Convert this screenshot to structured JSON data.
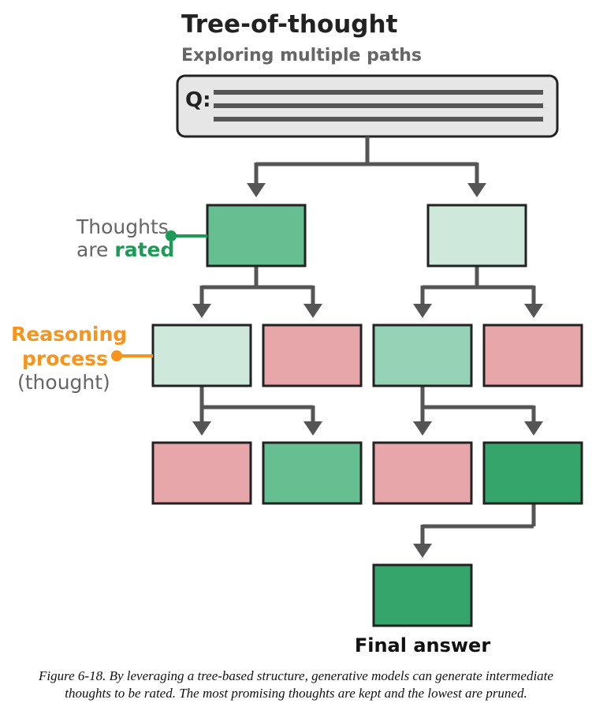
{
  "title": "Tree-of-thought",
  "subtitle": "Exploring multiple paths",
  "question_label": "Q:",
  "annotations": {
    "thoughts_rated_line1": "Thoughts",
    "thoughts_rated_line2_prefix": "are ",
    "thoughts_rated_line2_emphasis": "rated",
    "reasoning_line1": "Reasoning",
    "reasoning_line2": "process",
    "reasoning_line3": "(thought)"
  },
  "final_answer_label": "Final answer",
  "caption_line1": "Figure 6-18. By leveraging a tree-based structure, generative models can generate intermediate",
  "caption_line2": "thoughts to be rated. The most promising thoughts are kept and the lowest are pruned.",
  "colors": {
    "dark_green": "#35a56b",
    "medium_green": "#66bf91",
    "light_green": "#96d2b5",
    "pale_green": "#cfe8dc",
    "pink": "#e7a7aa",
    "arrow_gray": "#555555",
    "rated_green": "#1e9a57",
    "reasoning_orange": "#f7941d",
    "question_box_fill": "#e6e6e6"
  }
}
